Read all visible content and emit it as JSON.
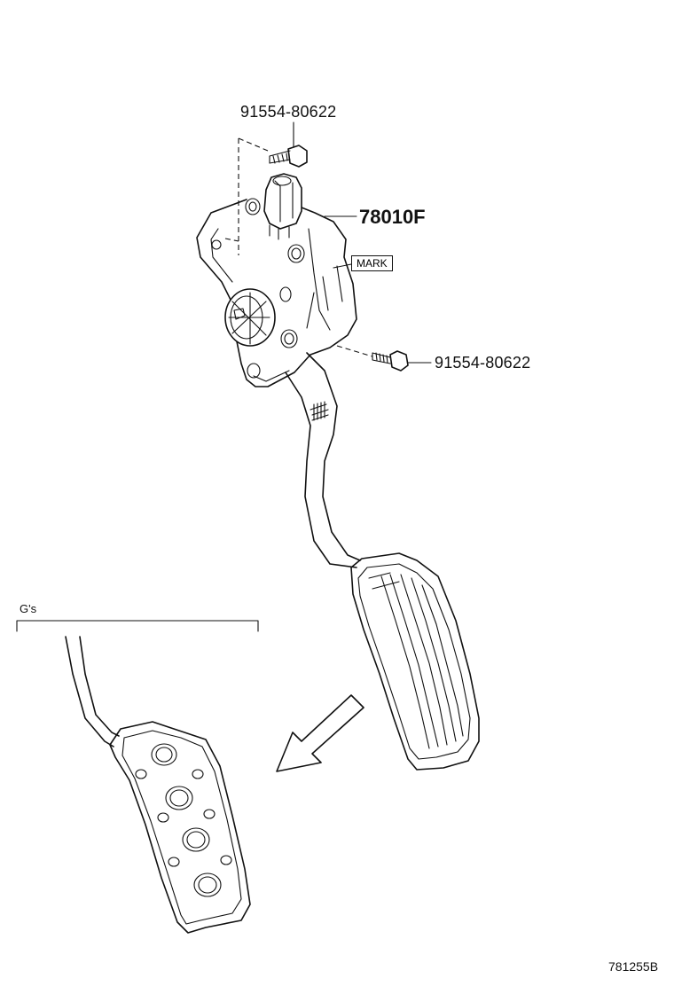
{
  "labels": {
    "bolt_top_part_number": "91554-80622",
    "sensor_assembly_part_number": "78010F",
    "mark_label": "MARK",
    "bolt_right_part_number": "91554-80622",
    "variant_label": "G's",
    "figure_reference": "781255B"
  },
  "icons": {
    "bolt_top": "hex-bolt-icon",
    "bolt_right": "hex-bolt-icon",
    "pedal_assembly": "accelerator-pedal-assembly",
    "pedal_variant": "perforated-pedal-pad",
    "direction_arrow": "arrow-down-left-icon"
  }
}
